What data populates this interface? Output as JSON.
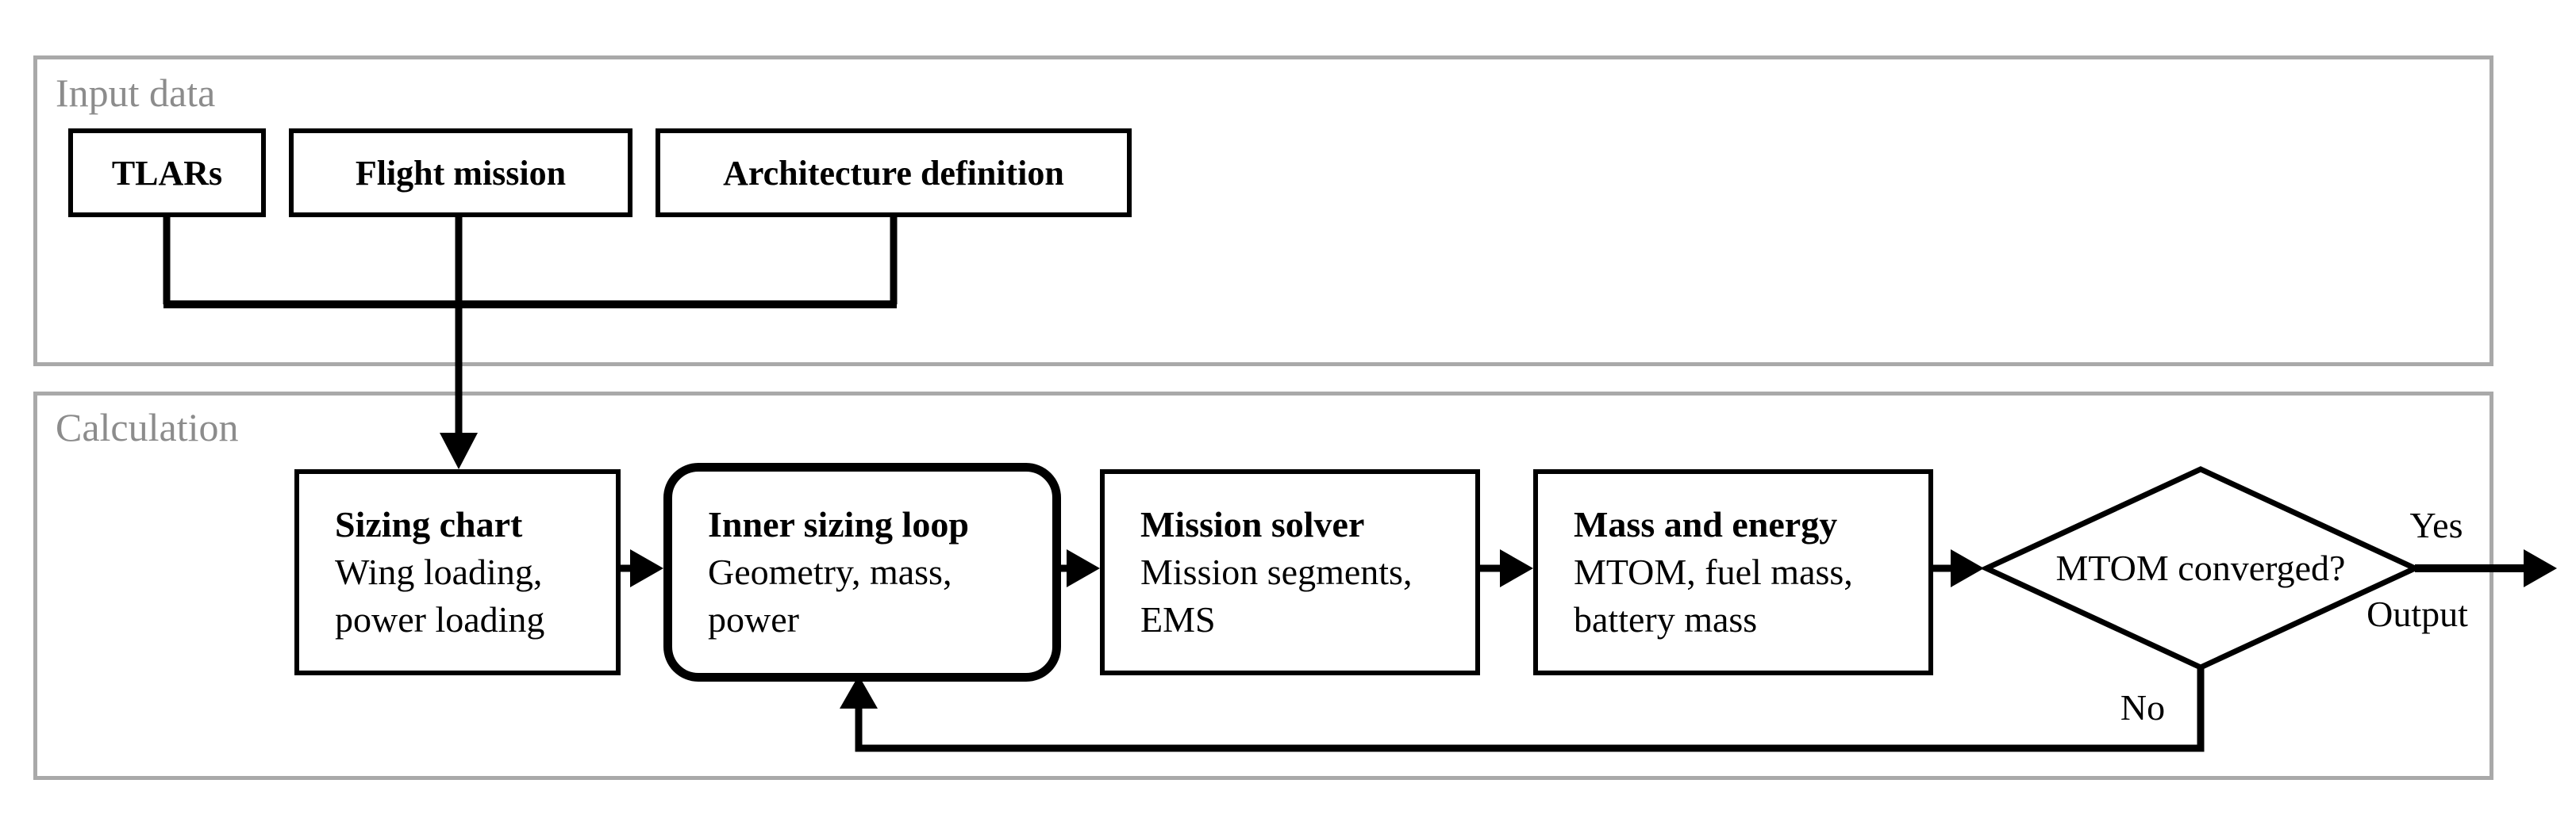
{
  "figure": {
    "sections": {
      "input": {
        "label": "Input data"
      },
      "calculation": {
        "label": "Calculation"
      }
    },
    "input_boxes": [
      {
        "label": "TLARs"
      },
      {
        "label": "Flight mission"
      },
      {
        "label": "Architecture definition"
      }
    ],
    "flow_boxes": [
      {
        "title": "Sizing chart",
        "lines": [
          "Wing loading,",
          "power loading"
        ]
      },
      {
        "title": "Inner sizing loop",
        "lines": [
          "Geometry, mass,",
          "power"
        ]
      },
      {
        "title": "Mission solver",
        "lines": [
          "Mission segments,",
          "EMS"
        ]
      },
      {
        "title": "Mass and energy",
        "lines": [
          "MTOM, fuel mass,",
          "battery mass"
        ]
      }
    ],
    "decision": {
      "label": "MTOM converged?"
    },
    "edge_labels": {
      "yes": "Yes",
      "no": "No",
      "output": "Output"
    },
    "colors": {
      "line_black": "#000000",
      "section_border_gray": "#a9a9a9",
      "section_label_gray": "#8c8c8c"
    }
  }
}
